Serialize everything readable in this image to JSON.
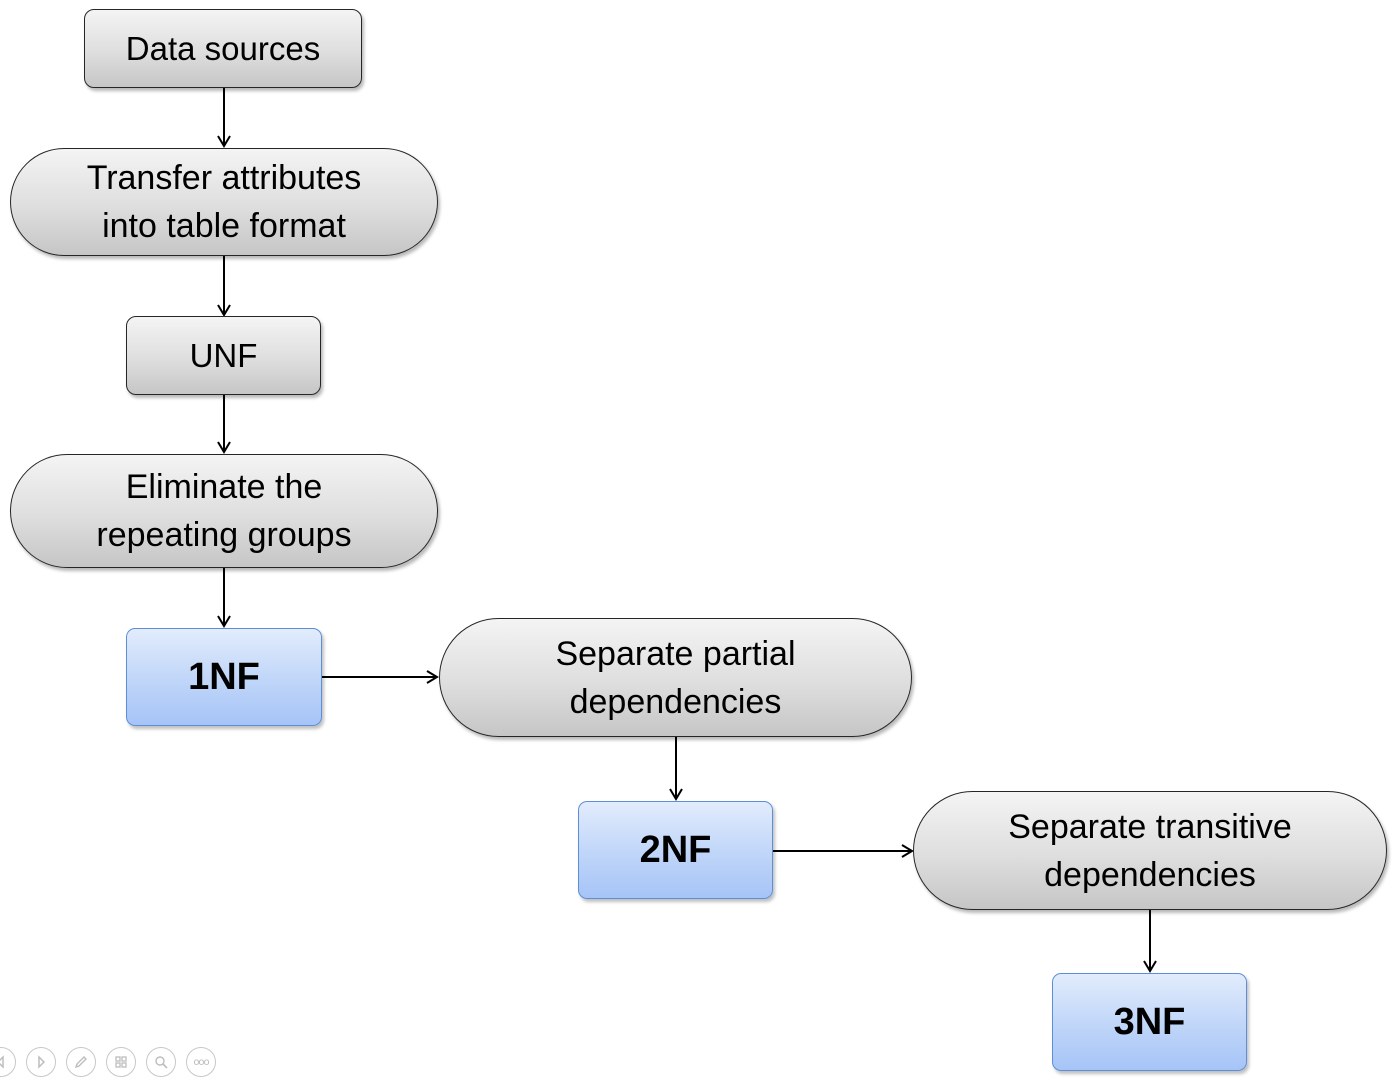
{
  "nodes": {
    "data_sources": "Data sources",
    "transfer": "Transfer attributes\ninto table format",
    "unf": "UNF",
    "eliminate": "Eliminate the\nrepeating groups",
    "nf1": "1NF",
    "separate_partial": "Separate partial\ndependencies",
    "nf2": "2NF",
    "separate_transitive": "Separate transitive\ndependencies",
    "nf3": "3NF"
  },
  "edges": [
    {
      "from": "data_sources",
      "to": "transfer"
    },
    {
      "from": "transfer",
      "to": "unf"
    },
    {
      "from": "unf",
      "to": "eliminate"
    },
    {
      "from": "eliminate",
      "to": "nf1"
    },
    {
      "from": "nf1",
      "to": "separate_partial"
    },
    {
      "from": "separate_partial",
      "to": "nf2"
    },
    {
      "from": "nf2",
      "to": "separate_transitive"
    },
    {
      "from": "separate_transitive",
      "to": "nf3"
    }
  ],
  "toolbar": {
    "buttons": [
      "previous-slide-icon",
      "next-slide-icon",
      "pen-icon",
      "slides-grid-icon",
      "zoom-icon",
      "more-icon"
    ],
    "more_label": "ooo"
  },
  "colors": {
    "process_fill": "#dcdcdc",
    "normal_form_fill": "#c2d7f9",
    "normal_form_border": "#5d8fd8",
    "arrow": "#000000"
  }
}
